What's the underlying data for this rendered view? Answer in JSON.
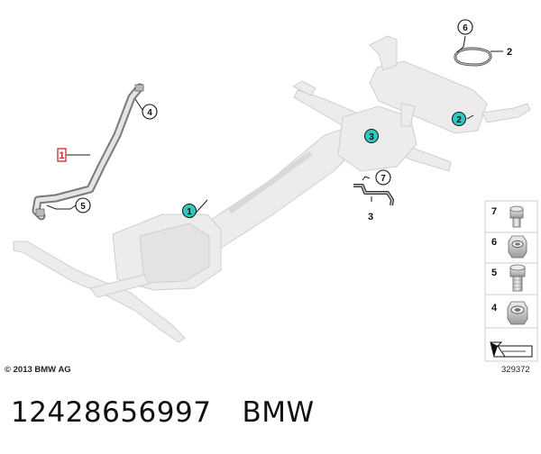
{
  "caption": {
    "part_number": "12428656997",
    "brand": "BMW"
  },
  "footer": {
    "copyright": "© 2013 BMW AG",
    "diagram_id": "329372"
  },
  "callouts": {
    "c1_teal": "1",
    "c2_teal": "2",
    "c3_teal": "3",
    "c1_red": "1",
    "c2": "2",
    "c3": "3",
    "c4": "4",
    "c5": "5",
    "c6": "6",
    "c7": "7"
  },
  "legend": {
    "items": [
      {
        "number": "7",
        "part": "bolt"
      },
      {
        "number": "6",
        "part": "nut"
      },
      {
        "number": "5",
        "part": "bolt"
      },
      {
        "number": "4",
        "part": "nut"
      }
    ]
  },
  "colors": {
    "teal": "#33c7c1",
    "red": "#d6202a",
    "ghost": "#e6e6e6",
    "line": "#1a1a1a"
  }
}
